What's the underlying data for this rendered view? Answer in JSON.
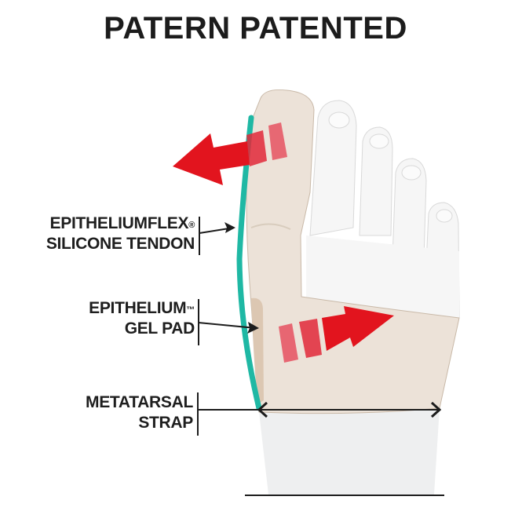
{
  "title": "PATERN PATENTED",
  "labels": [
    {
      "line1": "EPITHELIUMFLEX",
      "mark1": "®",
      "line2": "SILICONE TENDON"
    },
    {
      "line1": "EPITHELIUM",
      "mark1": "™",
      "line2": "GEL PAD"
    },
    {
      "line1": "METATARSAL",
      "mark1": "",
      "line2": "STRAP"
    }
  ],
  "colors": {
    "tendon": "#1fb8a4",
    "sleeve": "#ece2d8",
    "gel_pad": "#dcc7b2",
    "arrow": "#e2141e",
    "foot": "#f4f4f4",
    "text": "#1c1c1c"
  },
  "icons": [
    "arrow-left-icon",
    "arrow-right-icon",
    "double-arrow-icon"
  ]
}
